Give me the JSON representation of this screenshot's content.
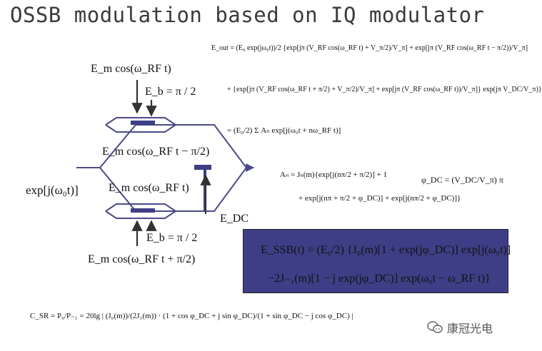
{
  "title": "OSSB modulation based on IQ modulator",
  "equations": {
    "eout_line1": "E_out = (E₀ exp(jω₀t))/2 {exp[jπ (V_RF cos(ω_RF t) + V_π/2)/V_π] + exp[jπ (V_RF cos(ω_RF t − π/2))/V_π]",
    "eout_line2": "+ {exp[jπ (V_RF cos(ω_RF t + π/2) + V_π/2)/V_π] + exp[jπ (V_RF cos(ω_RF t))/V_π]} exp(jπ V_DC/V_π)}",
    "eout_line3": "= (E₀/2) Σ Aₙ exp[j(ω₀t + nω_RF t)]",
    "an_line1": "Aₙ = Jₙ(m){exp[j(nπ/2 + π/2)] + 1",
    "an_line2": "+ exp[j(nπ + π/2 + φ_DC)] + exp[j(nπ/2 + φ_DC)]}",
    "phi_dc": "φ_DC = (V_DC/V_π) π",
    "essb_line1": "E_SSB(t) = (E₀/2) {J₀(m)[1 + exp(jφ_DC)] exp[j(ω₀t)]",
    "essb_line2": "−2J₋₁(m)[1 − j exp(jφ_DC)] exp(ω₀t − ω_RF t)}",
    "csr": "C_SR = P₀/P₋₁ = 20lg | (J₀(m))/(2J₁(m)) · (1 + cos φ_DC + j sin φ_DC)/(1 + sin φ_DC − j cos φ_DC) |"
  },
  "diagram": {
    "top_drive": "E_m cos(ω_RF t)",
    "top_bias": "E_b = π / 2",
    "upper_inner_drive": "E_m cos(ω_RF t − π/2)",
    "lower_inner_drive": "E_m cos(ω_RF t)",
    "input_field": "exp[j(ω₀t)]",
    "bottom_bias": "E_b = π / 2",
    "bottom_drive": "E_m cos(ω_RF t + π/2)",
    "dc_bias": "E_DC"
  },
  "watermark": "康冠光电",
  "colors": {
    "box": "#3e3e86",
    "electrode": "#3e3e86",
    "line": "#4a4a8a"
  }
}
